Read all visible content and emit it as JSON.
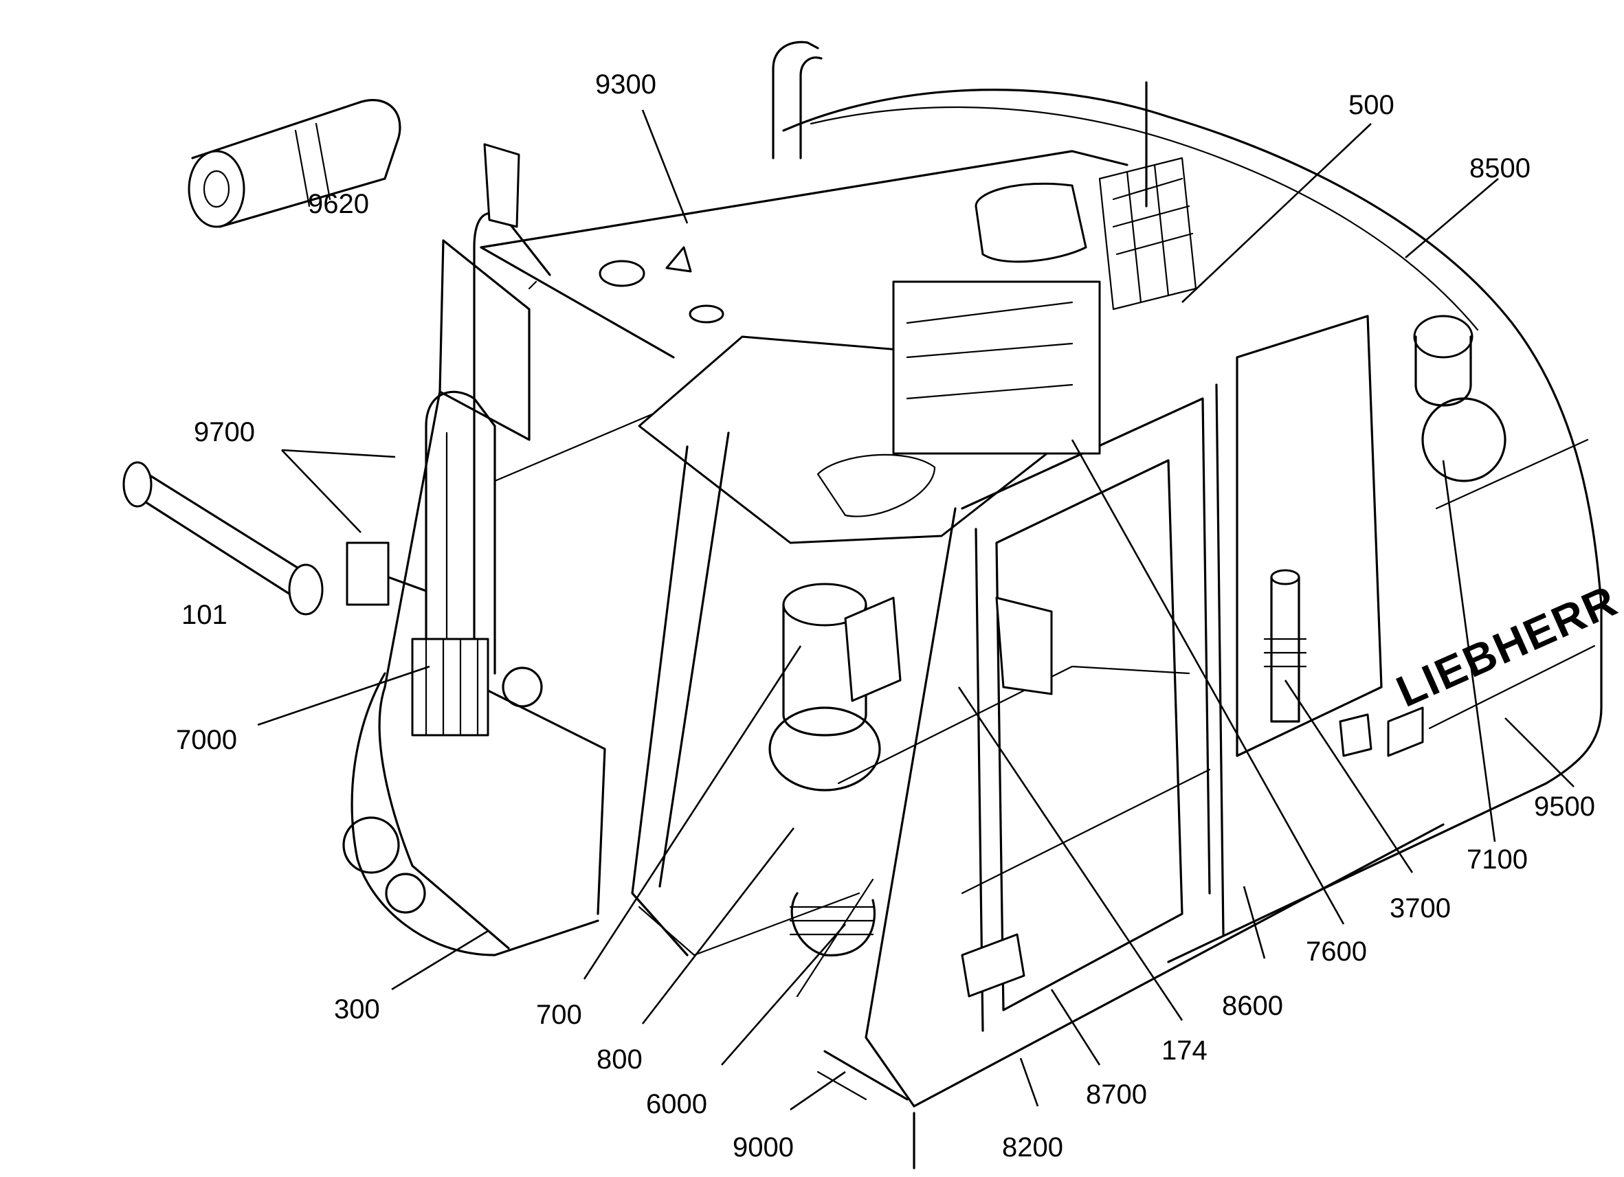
{
  "brand_text": "LIEBHERR",
  "callouts": [
    {
      "id": "9620",
      "text": "9620"
    },
    {
      "id": "9300",
      "text": "9300"
    },
    {
      "id": "500",
      "text": "500"
    },
    {
      "id": "8500",
      "text": "8500"
    },
    {
      "id": "9700",
      "text": "9700"
    },
    {
      "id": "101",
      "text": "101"
    },
    {
      "id": "7000",
      "text": "7000"
    },
    {
      "id": "9500",
      "text": "9500"
    },
    {
      "id": "7100",
      "text": "7100"
    },
    {
      "id": "3700",
      "text": "3700"
    },
    {
      "id": "7600",
      "text": "7600"
    },
    {
      "id": "8600",
      "text": "8600"
    },
    {
      "id": "300",
      "text": "300"
    },
    {
      "id": "700",
      "text": "700"
    },
    {
      "id": "800",
      "text": "800"
    },
    {
      "id": "174",
      "text": "174"
    },
    {
      "id": "6000",
      "text": "6000"
    },
    {
      "id": "8700",
      "text": "8700"
    },
    {
      "id": "9000",
      "text": "9000"
    },
    {
      "id": "8200",
      "text": "8200"
    }
  ]
}
